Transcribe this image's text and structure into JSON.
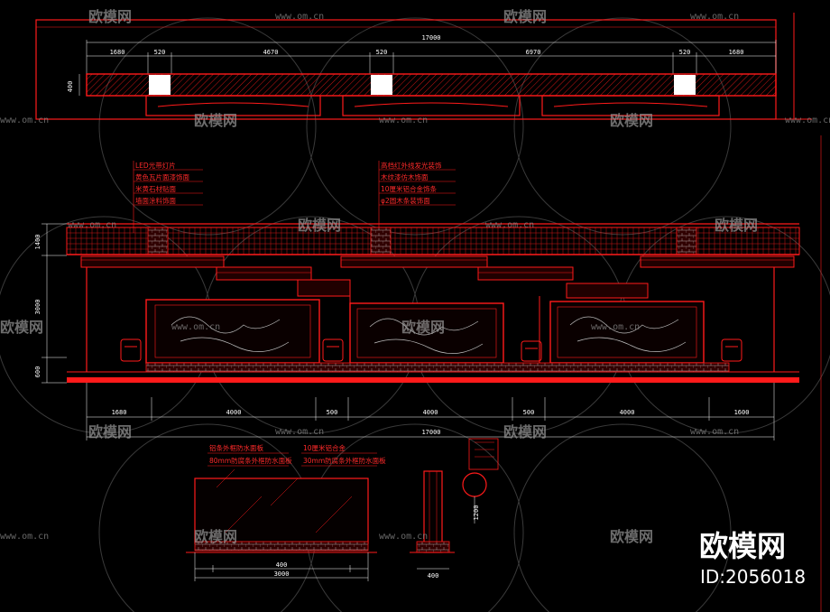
{
  "plan": {
    "total": "17000",
    "segments": [
      "1680",
      "520",
      "4670",
      "520",
      "6970",
      "520",
      "1680"
    ],
    "height": "400"
  },
  "elevation": {
    "notes_left": [
      "LED光带灯片",
      "黄色瓦片面漆饰面",
      "米黄石材贴面",
      "墙面涂料饰面"
    ],
    "notes_right": [
      "高档红外线发光装饰",
      "木纹漆仿木饰面",
      "10厘米铝合金饰条",
      "φ2圆木条装饰面"
    ],
    "bottom_dims": [
      "1680",
      "4000",
      "500",
      "4000",
      "500",
      "4000",
      "1600"
    ],
    "total": "17000",
    "left_dims": [
      "1400",
      "3000",
      "600"
    ]
  },
  "detail": {
    "notes_left": [
      "铝条外框防水面板",
      "80mm防腐条外框防水面板"
    ],
    "notes_right": [
      "10厘米铝合金",
      "30mm防腐条外框防水面板"
    ],
    "bottom_dims": [
      "400",
      "3000"
    ],
    "side_dims": [
      "400",
      "1200"
    ]
  },
  "watermark": {
    "url": "www.om.cn",
    "logo_text": "欧模网"
  },
  "brand": {
    "name": "欧模网",
    "id": "ID:2056018"
  },
  "colors": {
    "line": "#ff1a1a",
    "dim": "#ffffff",
    "background": "#000000",
    "watermark": "#8a8a8a"
  }
}
